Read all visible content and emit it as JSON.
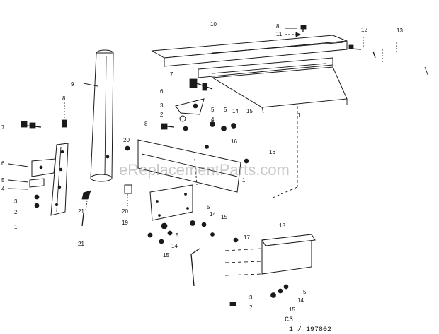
{
  "watermark": "eReplacementParts.com",
  "footer": {
    "line1": "C3",
    "line2": "1 / 197802"
  },
  "callouts": [
    {
      "id": "c1",
      "text": "1"
    },
    {
      "id": "c2",
      "text": "2"
    },
    {
      "id": "c3",
      "text": "3"
    },
    {
      "id": "c4",
      "text": "4"
    },
    {
      "id": "c5",
      "text": "5"
    },
    {
      "id": "c6",
      "text": "6"
    },
    {
      "id": "c7",
      "text": "7"
    },
    {
      "id": "c8",
      "text": "8"
    },
    {
      "id": "c9",
      "text": "9"
    },
    {
      "id": "c10",
      "text": "10"
    },
    {
      "id": "c11",
      "text": "11"
    },
    {
      "id": "c12",
      "text": "12"
    },
    {
      "id": "c13",
      "text": "13"
    },
    {
      "id": "c14",
      "text": "14"
    },
    {
      "id": "c15",
      "text": "15"
    },
    {
      "id": "c16",
      "text": "16"
    },
    {
      "id": "c17",
      "text": "17"
    },
    {
      "id": "c18",
      "text": "18"
    },
    {
      "id": "c19",
      "text": "19"
    },
    {
      "id": "c20",
      "text": "20"
    },
    {
      "id": "c21",
      "text": "21"
    },
    {
      "id": "cq",
      "text": "?"
    }
  ]
}
